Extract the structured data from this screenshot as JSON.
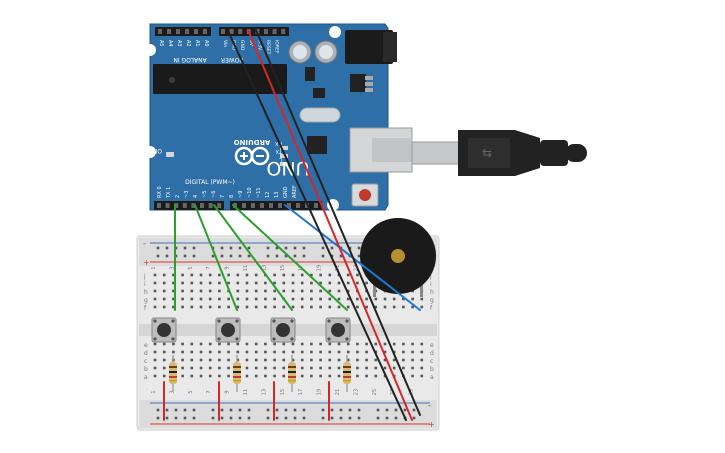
{
  "board": {
    "brand": "ARDUINO",
    "model": "UNO",
    "on_label": "ON",
    "digital_label": "DIGITAL (PWM~)",
    "analog_label": "ANALOG IN",
    "power_label": "POWER",
    "tx_label": "TX",
    "rx_label": "RX",
    "l_label": "L",
    "analog_pins": [
      "A5",
      "A4",
      "A3",
      "A2",
      "A1",
      "A0"
    ],
    "power_pins": [
      "Vin",
      "GND",
      "GND",
      "5V",
      "3.3V",
      "RESET",
      "IOREF"
    ],
    "digital_pins": [
      "RX 0",
      "TX 1",
      "2",
      "~3",
      "4",
      "~5",
      "~6",
      "7",
      "8",
      "~9",
      "~10",
      "~11",
      "12",
      "13",
      "GND",
      "AREF"
    ]
  },
  "breadboard": {
    "row_letters_top": [
      "j",
      "i",
      "h",
      "g",
      "f"
    ],
    "row_letters_bottom": [
      "e",
      "d",
      "c",
      "b",
      "a"
    ],
    "column_numbers": [
      "1",
      "3",
      "5",
      "7",
      "9",
      "11",
      "13",
      "15",
      "17",
      "19",
      "21",
      "23",
      "25",
      "27",
      "29"
    ],
    "rail_minus": "-",
    "rail_plus": "+"
  },
  "colors": {
    "board": "#2e6fa7",
    "board_edge": "#1f5687",
    "breadboard": "#e6e6e6",
    "wire_green": "#2ca02c",
    "wire_red": "#d62728",
    "wire_black": "#222222",
    "wire_blue": "#1f77d4",
    "buzzer": "#1a1a1a",
    "buzzer_center": "#b5902e"
  }
}
